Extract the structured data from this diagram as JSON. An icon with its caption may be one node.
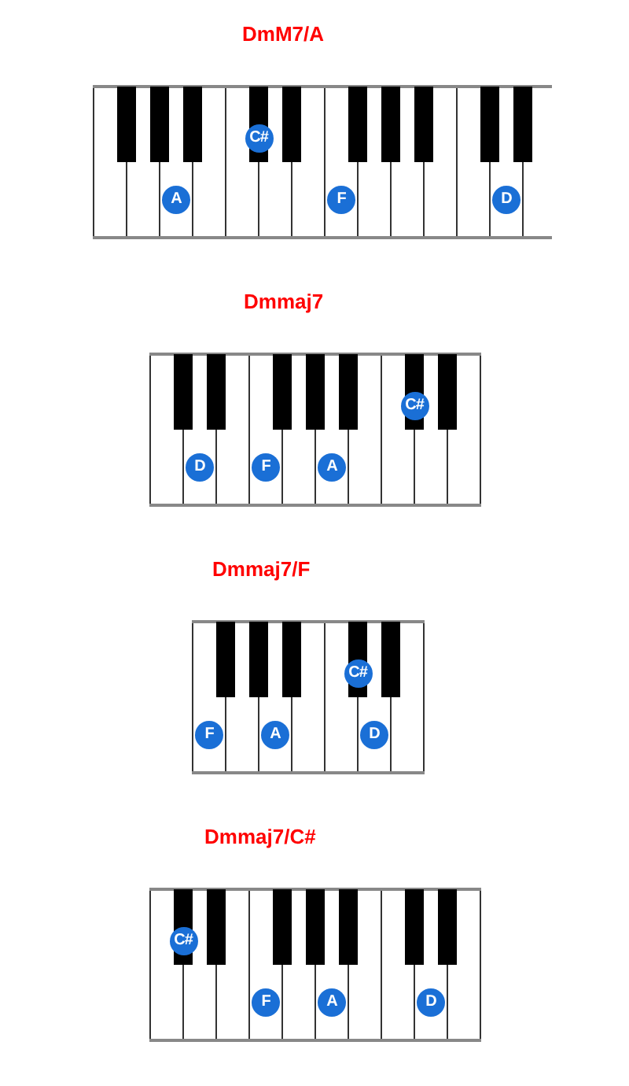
{
  "diagram": {
    "nodes": [
      {
        "text": [
          "DmM7/A"
        ]
      },
      {
        "text": [
          "A"
        ],
        "in": 0
      },
      {
        "text": [
          "C#"
        ],
        "in": 0
      },
      {
        "text": [
          "F"
        ],
        "in": 0
      },
      {
        "text": [
          "D"
        ],
        "in": 0
      },
      {
        "text": [
          "Dmmaj7"
        ]
      },
      {
        "text": [
          "D"
        ],
        "in": 5
      },
      {
        "text": [
          "F"
        ],
        "in": 5
      },
      {
        "text": [
          "A"
        ],
        "in": 5
      },
      {
        "text": [
          "C#"
        ],
        "in": 5
      },
      {
        "text": [
          "Dmmaj7/F"
        ]
      },
      {
        "text": [
          "F"
        ],
        "in": 10
      },
      {
        "text": [
          "A"
        ],
        "in": 10
      },
      {
        "text": [
          "C#"
        ],
        "in": 10
      },
      {
        "text": [
          "D"
        ],
        "in": 10
      },
      {
        "text": [
          "Dmmaj7/C#"
        ]
      },
      {
        "text": [
          "C#"
        ],
        "in": 15
      },
      {
        "text": [
          "F"
        ],
        "in": 15
      },
      {
        "text": [
          "A"
        ],
        "in": 15
      },
      {
        "text": [
          "D"
        ],
        "in": 15
      }
    ]
  }
}
